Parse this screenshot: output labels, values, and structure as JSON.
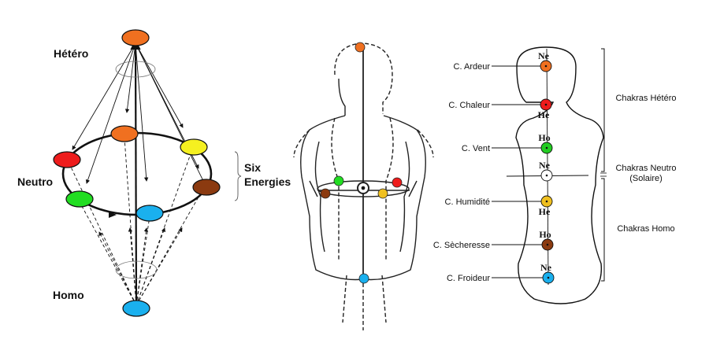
{
  "left_diagram": {
    "labels": {
      "hetero": "Hétéro",
      "neutro": "Neutro",
      "homo": "Homo",
      "six": "Six",
      "energies": "Energies"
    },
    "colors": {
      "orange": "#f07020",
      "yellow": "#f5f020",
      "red": "#ee1c1c",
      "brown": "#8b3a10",
      "green": "#22dd22",
      "blue": "#1ab0ee"
    }
  },
  "right_diagram": {
    "chakras": [
      {
        "name": "C. Ardeur",
        "mark": "Ne",
        "color": "#f07020"
      },
      {
        "name": "C. Chaleur",
        "mark": "He",
        "color": "#ee1c1c"
      },
      {
        "name": "C. Vent",
        "mark": "Ho",
        "color": "#22cc22"
      },
      {
        "name": "",
        "mark": "Ne",
        "color": "#ffffff"
      },
      {
        "name": "C. Humidité",
        "mark": "He",
        "color": "#f0c020"
      },
      {
        "name": "C. Sècheresse",
        "mark": "Ho",
        "color": "#8b3a10"
      },
      {
        "name": "C. Froideur",
        "mark": "Ne",
        "color": "#1ab0ee"
      }
    ],
    "groups": {
      "hetero": "Chakras Hétéro",
      "neutro": "Chakras Neutro",
      "solaire": "(Solaire)",
      "homo": "Chakras Homo"
    }
  }
}
